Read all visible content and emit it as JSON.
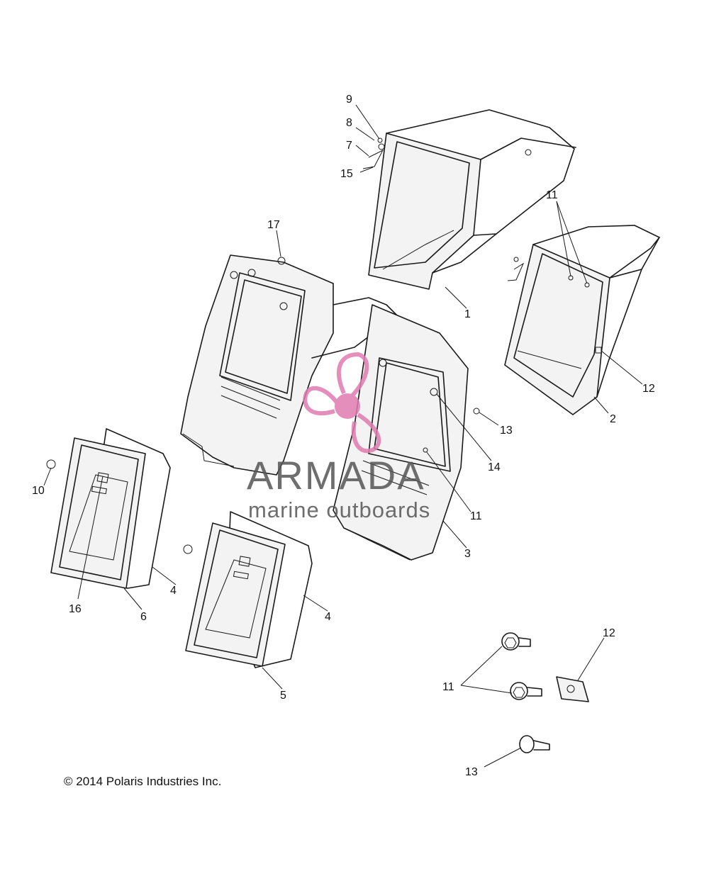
{
  "copyright": "© 2014 Polaris Industries Inc.",
  "watermark": {
    "brand": "ARMADA",
    "tagline": "marine outboards",
    "logo_color": "#e07bb0",
    "text_color": "#555555",
    "icon": "propeller-logo-icon"
  },
  "callouts": [
    {
      "id": "c9",
      "label": "9"
    },
    {
      "id": "c8",
      "label": "8"
    },
    {
      "id": "c7",
      "label": "7"
    },
    {
      "id": "c15",
      "label": "15"
    },
    {
      "id": "c17",
      "label": "17"
    },
    {
      "id": "c1",
      "label": "1"
    },
    {
      "id": "c11a",
      "label": "11"
    },
    {
      "id": "c12a",
      "label": "12"
    },
    {
      "id": "c2",
      "label": "2"
    },
    {
      "id": "c13a",
      "label": "13"
    },
    {
      "id": "c14",
      "label": "14"
    },
    {
      "id": "c11b",
      "label": "11"
    },
    {
      "id": "c3",
      "label": "3"
    },
    {
      "id": "c10",
      "label": "10"
    },
    {
      "id": "c16",
      "label": "16"
    },
    {
      "id": "c6",
      "label": "6"
    },
    {
      "id": "c4a",
      "label": "4"
    },
    {
      "id": "c4b",
      "label": "4"
    },
    {
      "id": "c5",
      "label": "5"
    },
    {
      "id": "c12b",
      "label": "12"
    },
    {
      "id": "c11c",
      "label": "11"
    },
    {
      "id": "c13b",
      "label": "13"
    }
  ]
}
